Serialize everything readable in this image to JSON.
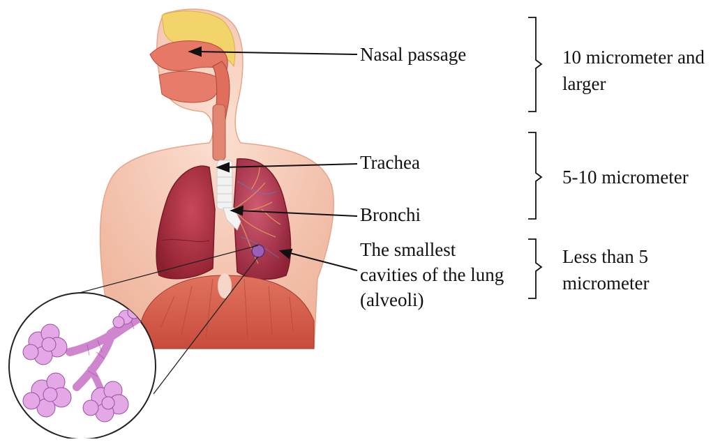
{
  "labels": {
    "nasal": "Nasal passage",
    "trachea": "Trachea",
    "bronchi": "Bronchi",
    "alveoli_1": "The smallest",
    "alveoli_2": "cavities of the lung",
    "alveoli_3": "(alveoli)"
  },
  "sizes": {
    "large_1": "10 micrometer and",
    "large_2": "larger",
    "medium": "5-10 micrometer",
    "small_1": "Less than 5",
    "small_2": "micrometer"
  },
  "colors": {
    "skin": "#f6c9b4",
    "lung_left": "#b8333f",
    "lung_right": "#c43a4a",
    "muscle": "#d85a4b",
    "nasal": "#f0d060",
    "airway": "#e6a08a",
    "alveoli": "#d79ad8",
    "line": "#111111"
  }
}
